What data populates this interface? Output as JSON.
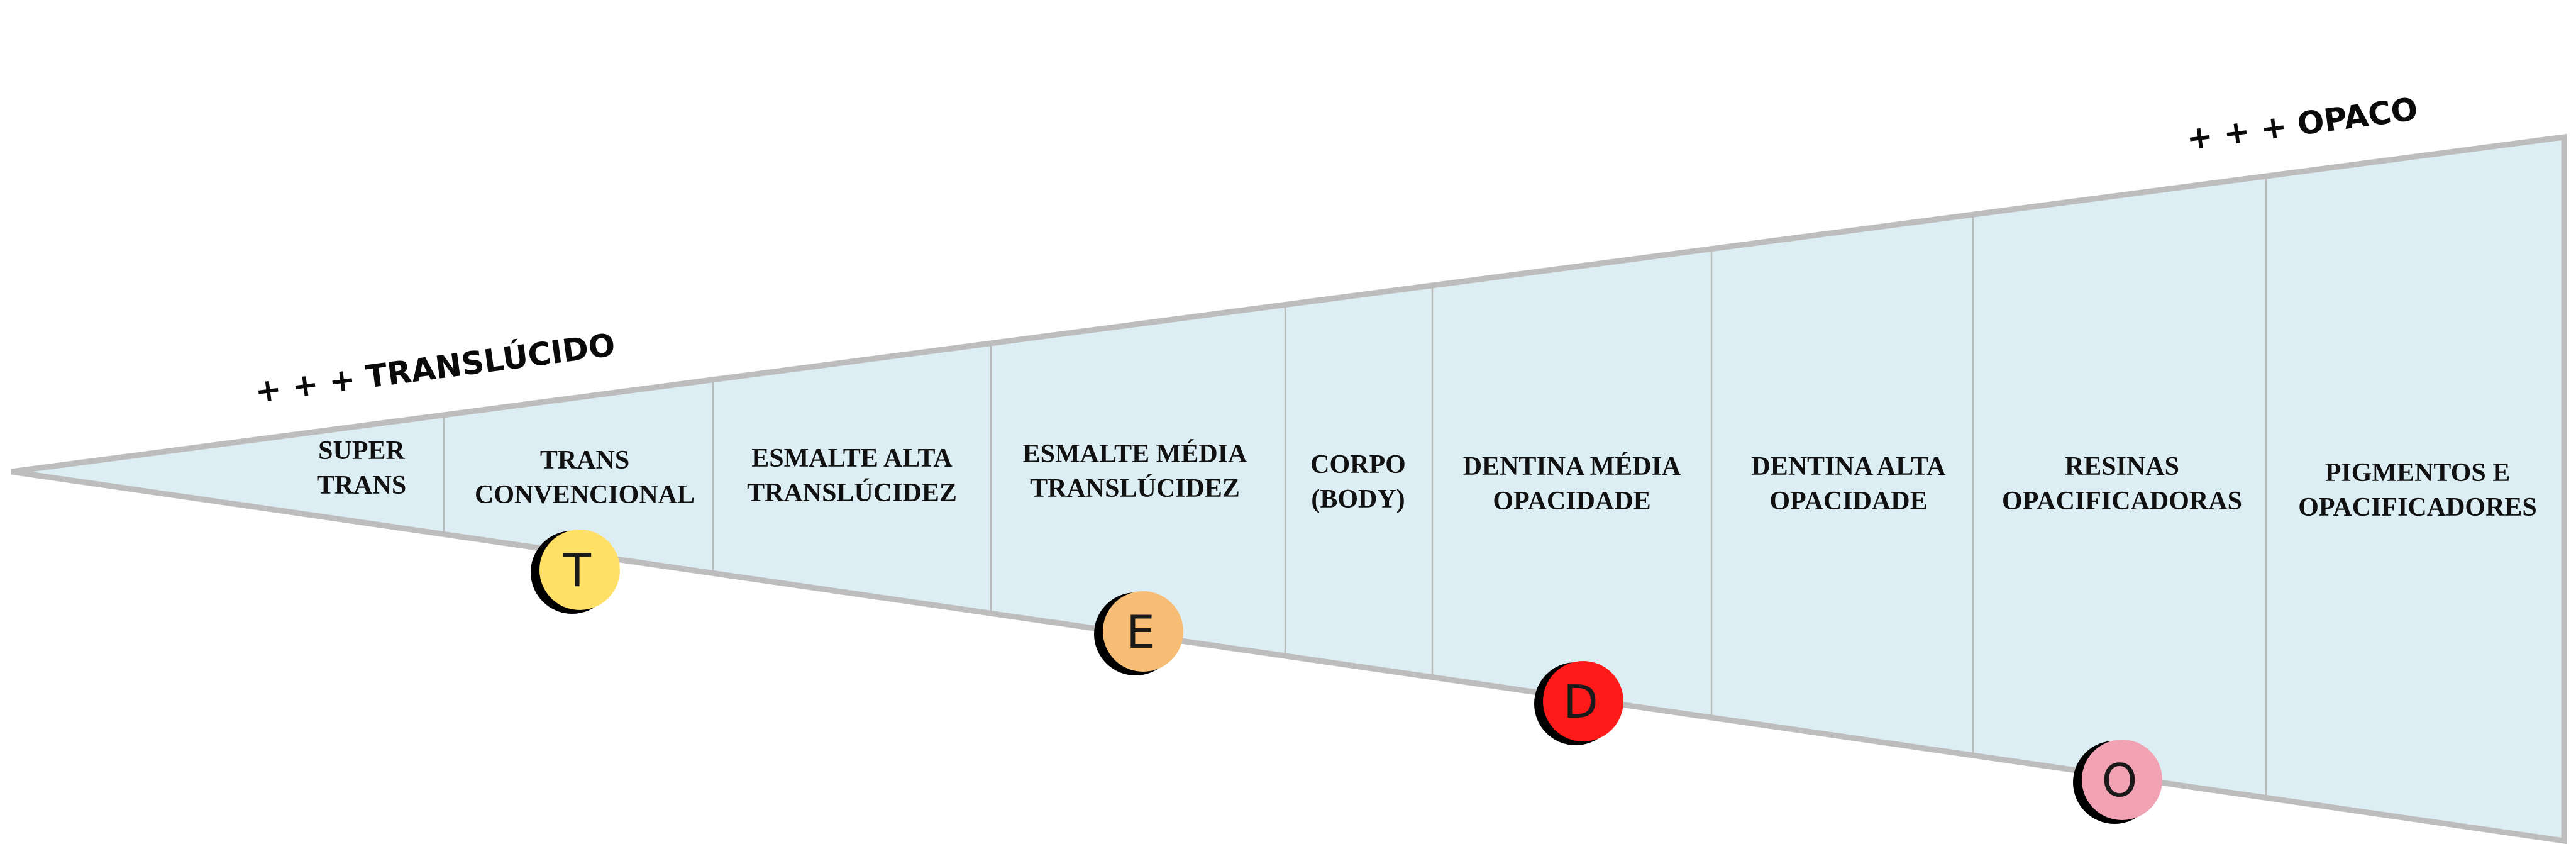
{
  "end_labels": {
    "left": "+ + + TRANSLÚCIDO",
    "right": "+ + + OPACO"
  },
  "sections": [
    {
      "line1": "SUPER",
      "line2": "TRANS"
    },
    {
      "line1": "TRANS",
      "line2": "CONVENCIONAL"
    },
    {
      "line1": "ESMALTE ALTA",
      "line2": "TRANSLÚCIDEZ"
    },
    {
      "line1": "ESMALTE MÉDIA",
      "line2": "TRANSLÚCIDEZ"
    },
    {
      "line1": "CORPO",
      "line2": "(BODY)"
    },
    {
      "line1": "DENTINA MÉDIA",
      "line2": "OPACIDADE"
    },
    {
      "line1": "DENTINA ALTA",
      "line2": "OPACIDADE"
    },
    {
      "line1": "RESINAS",
      "line2": "OPACIFICADORAS"
    },
    {
      "line1": "PIGMENTOS E",
      "line2": "OPACIFICADORES"
    }
  ],
  "markers": [
    {
      "letter": "T",
      "color": "#FFE066"
    },
    {
      "letter": "E",
      "color": "#F7BD74"
    },
    {
      "letter": "D",
      "color": "#FF1A1A"
    },
    {
      "letter": "O",
      "color": "#F2A3B3"
    }
  ],
  "colors": {
    "wedge_fill": "#DCEEF4",
    "wedge_stroke": "#BDBDBD",
    "divider": "#BBBBBB"
  }
}
